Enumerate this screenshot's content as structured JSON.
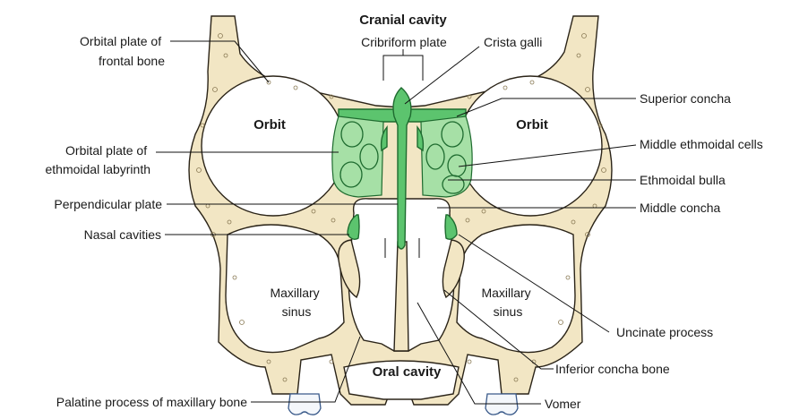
{
  "regions": {
    "cranial_cavity": "Cranial cavity",
    "orbit_left": "Orbit",
    "orbit_right": "Orbit",
    "maxillary_sinus_left": [
      "Maxillary",
      "sinus"
    ],
    "maxillary_sinus_right": [
      "Maxillary",
      "sinus"
    ],
    "oral_cavity": "Oral cavity"
  },
  "labels_left": {
    "orbital_plate_frontal": [
      "Orbital plate of",
      "frontal bone"
    ],
    "orbital_plate_ethmoid": [
      "Orbital plate of",
      "ethmoidal labyrinth"
    ],
    "perpendicular_plate": "Perpendicular plate",
    "nasal_cavities": "Nasal cavities",
    "palatine_process": "Palatine process of maxillary bone"
  },
  "labels_top": {
    "cribriform_plate": "Cribriform plate",
    "crista_galli": "Crista galli"
  },
  "labels_right": {
    "superior_concha": "Superior concha",
    "middle_ethmoidal_cells": "Middle ethmoidal cells",
    "ethmoidal_bulla": "Ethmoidal bulla",
    "middle_concha": "Middle concha",
    "uncinate_process": "Uncinate process",
    "inferior_concha_bone": "Inferior concha bone",
    "vomer": "Vomer"
  },
  "colors": {
    "bone": "#f2e6c4",
    "ethmoid": "#5cc46e",
    "ethmoid_light": "#a6e0a6",
    "outline": "#2b2418"
  }
}
